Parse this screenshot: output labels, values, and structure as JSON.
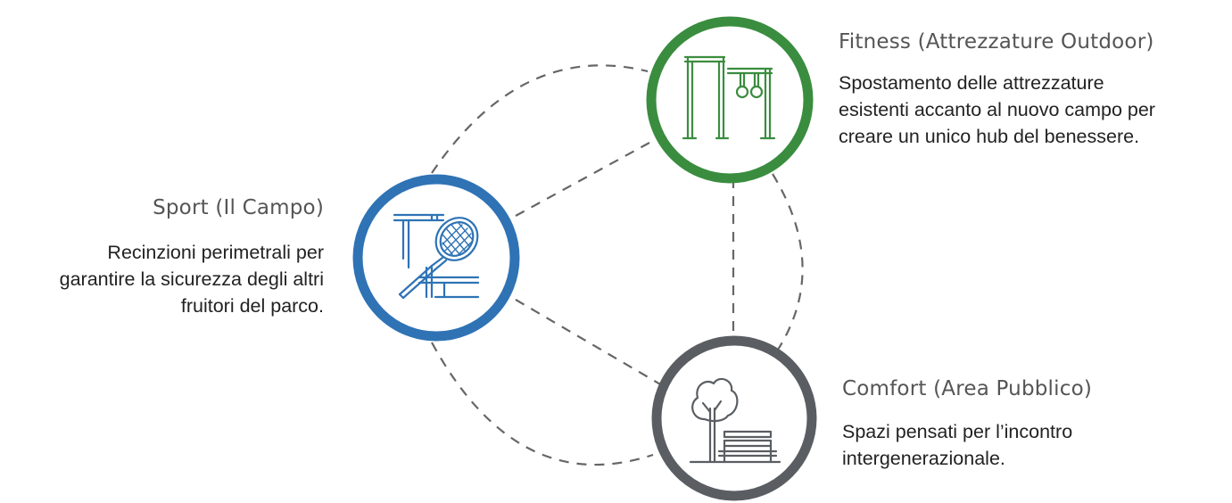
{
  "nodes": [
    {
      "key": "sport",
      "title": "Sport (Il Campo)",
      "desc_lines": [
        "Recinzioni perimetrali per",
        "garantire la sicurezza degli altri",
        "fruitori del parco."
      ],
      "color": "#2f73b5",
      "icon": "tennis-racket-court-icon"
    },
    {
      "key": "fitness",
      "title": "Fitness (Attrezzature Outdoor)",
      "desc_lines": [
        "Spostamento delle attrezzature",
        "esistenti accanto al nuovo campo per",
        "creare un unico hub del benessere."
      ],
      "color": "#3a8d3f",
      "icon": "gym-rings-bars-icon"
    },
    {
      "key": "comfort",
      "title": "Comfort (Area Pubblico)",
      "desc_lines": [
        "Spazi pensati per l’incontro",
        "intergenerazionale."
      ],
      "color": "#5a5e62",
      "icon": "tree-bench-icon"
    }
  ],
  "connector_color": "#666666"
}
